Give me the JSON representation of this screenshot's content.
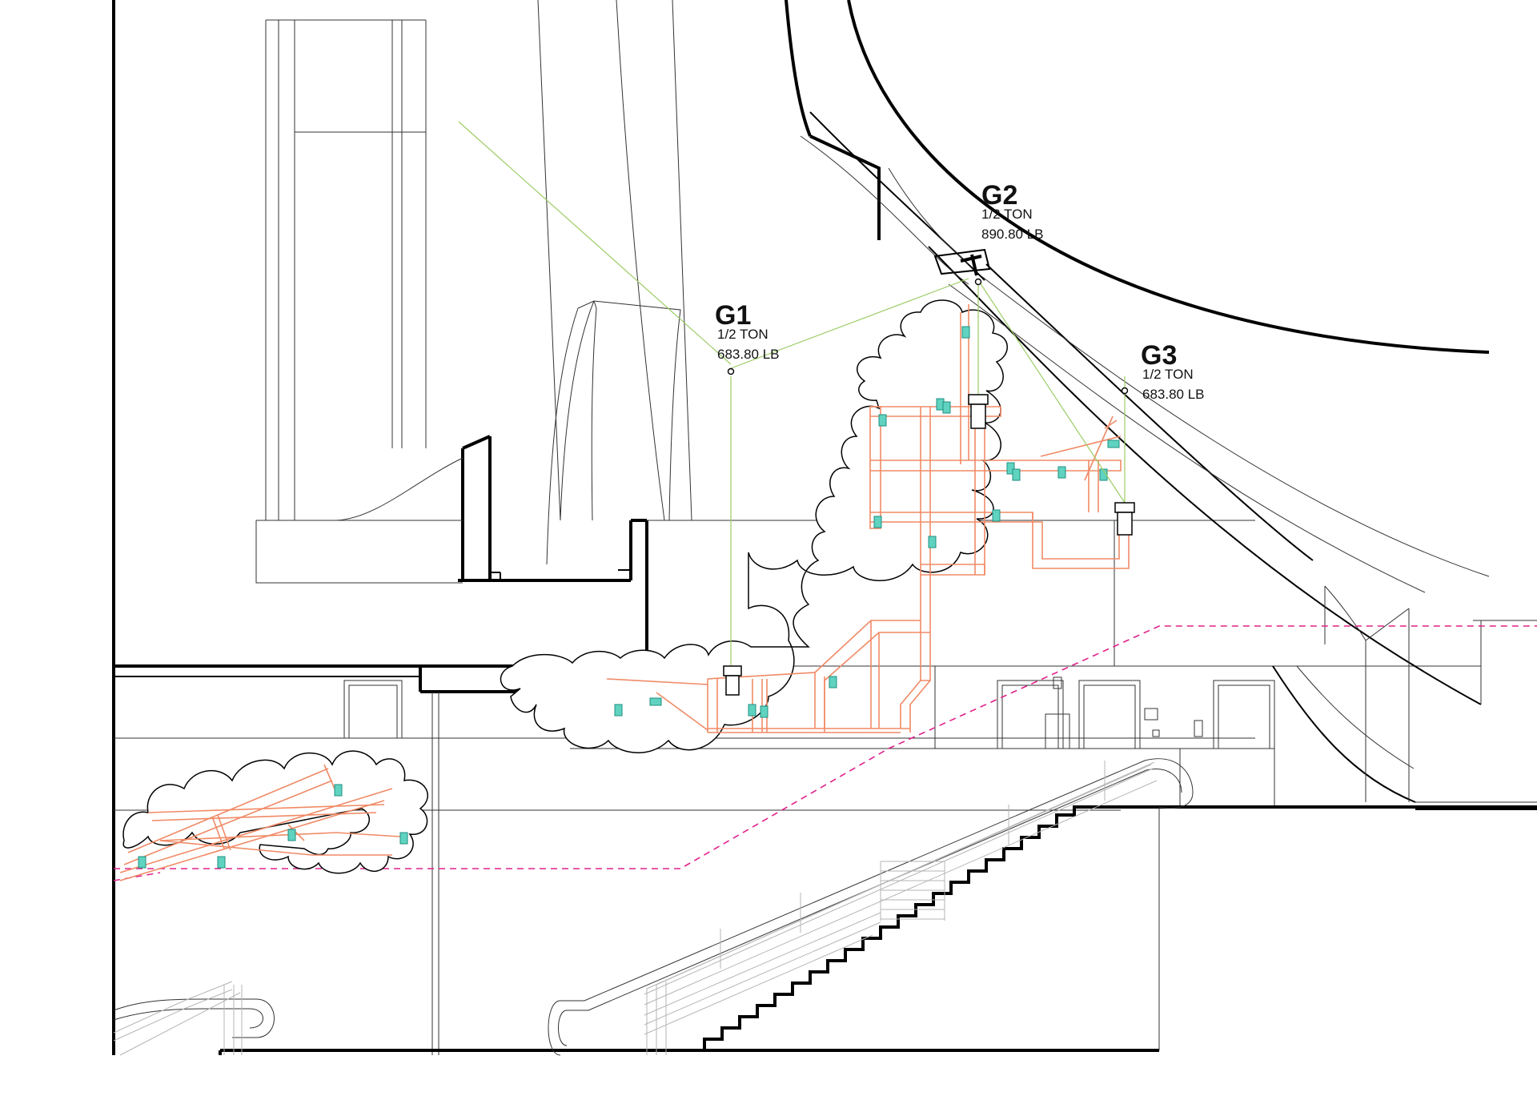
{
  "colors": {
    "line": "#000000",
    "truss": "#f08a66",
    "cable": "#9ccc65",
    "fixture": "#5fd3c0",
    "dashed_line": "#e0208a"
  },
  "hoists": [
    {
      "id": "G1",
      "capacity": "1/2 TON",
      "load": "683.80 LB"
    },
    {
      "id": "G2",
      "capacity": "1/2 TON",
      "load": "890.80 LB"
    },
    {
      "id": "G3",
      "capacity": "1/2 TON",
      "load": "683.80 LB"
    }
  ]
}
